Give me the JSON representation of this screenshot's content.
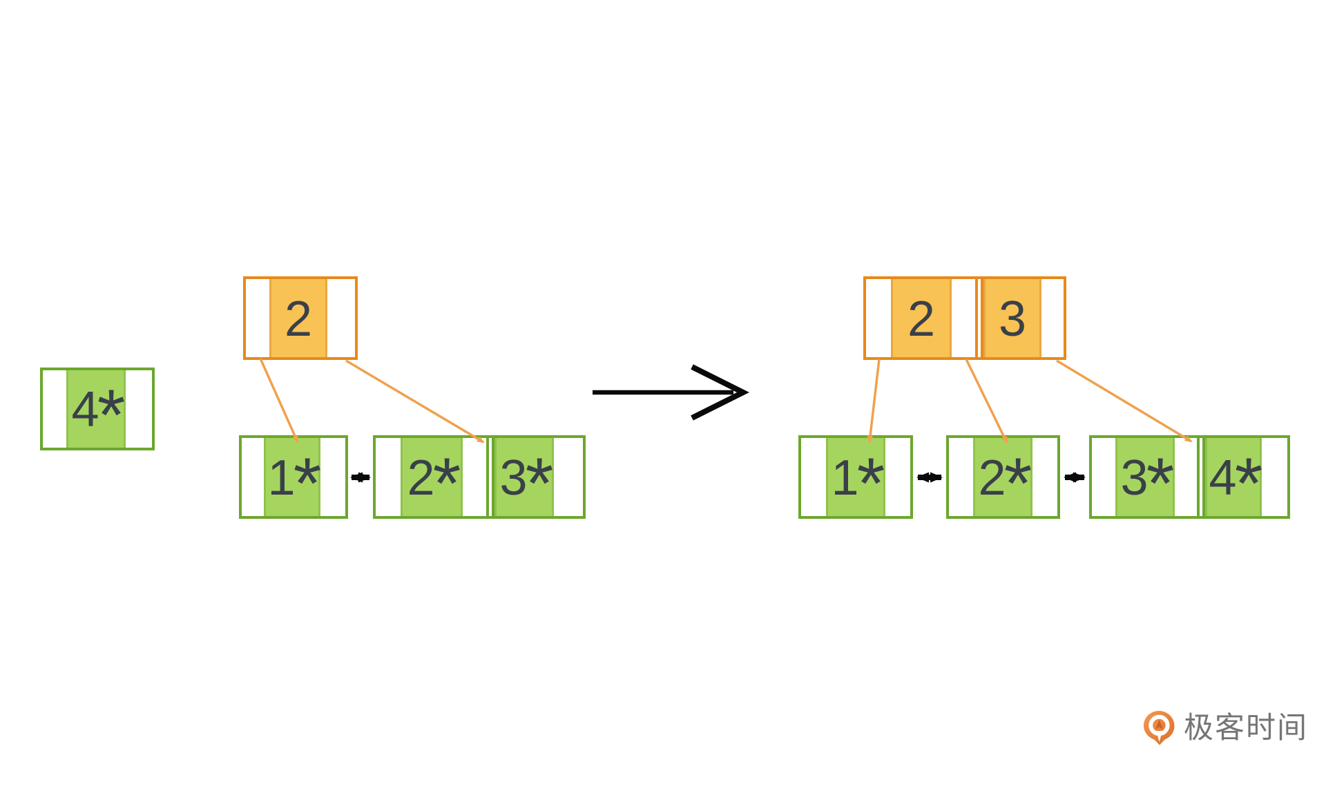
{
  "diagram": {
    "nodes": {
      "standalone": {
        "keys": [
          {
            "num": "4",
            "star": "*"
          }
        ]
      },
      "before_root": {
        "keys": [
          {
            "num": "2",
            "star": ""
          }
        ]
      },
      "before_leaf_a": {
        "keys": [
          {
            "num": "1",
            "star": "*"
          }
        ]
      },
      "before_leaf_b": {
        "keys": [
          {
            "num": "2",
            "star": "*"
          },
          {
            "num": "3",
            "star": "*"
          }
        ]
      },
      "after_root": {
        "keys": [
          {
            "num": "2",
            "star": ""
          },
          {
            "num": "3",
            "star": ""
          }
        ]
      },
      "after_leaf_a": {
        "keys": [
          {
            "num": "1",
            "star": "*"
          }
        ]
      },
      "after_leaf_b": {
        "keys": [
          {
            "num": "2",
            "star": "*"
          }
        ]
      },
      "after_leaf_c": {
        "keys": [
          {
            "num": "3",
            "star": "*"
          },
          {
            "num": "4",
            "star": "*"
          }
        ]
      }
    }
  },
  "colors": {
    "internal_border": "#E8891B",
    "internal_fill": "#F8C254",
    "internal_cell_edge": "#E9A83E",
    "leaf_border": "#6CA72E",
    "leaf_fill": "#A6D55F",
    "leaf_cell_edge": "#8FC24C",
    "link_line": "#F0A14E",
    "arrow_black": "#0A0A0A",
    "key_text": "#394049",
    "logo_text_color": "#757575",
    "logo_orange_dark": "#DE6E26",
    "logo_orange_light": "#F09A52"
  },
  "logo": {
    "text": "极客时间"
  }
}
